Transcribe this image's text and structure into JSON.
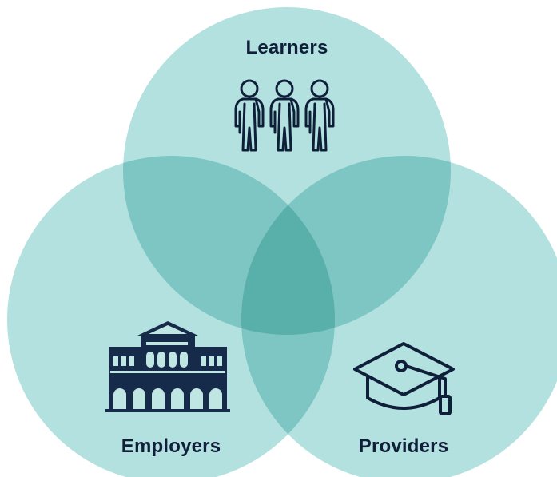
{
  "labels": {
    "learners": "Learners",
    "employers": "Employers",
    "providers": "Providers"
  },
  "colors": {
    "circle_fill": "#56BDB7",
    "circle_opacity": "0.45",
    "icon_stroke": "#0F1F3A",
    "icon_fill": "#162A4A",
    "text": "#0F1F3A"
  },
  "icons": {
    "learners": "three-people-icon",
    "employers": "building-icon",
    "providers": "graduation-cap-icon"
  }
}
